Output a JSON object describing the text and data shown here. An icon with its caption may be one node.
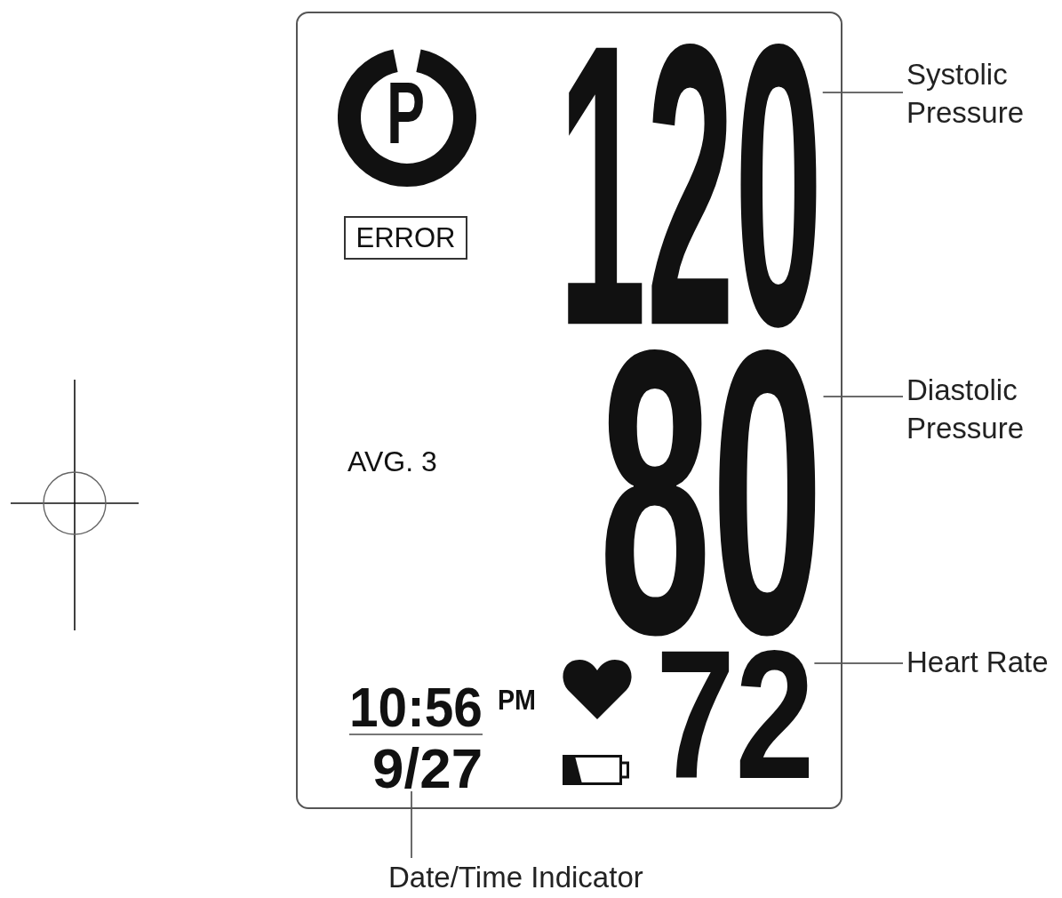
{
  "diagram": {
    "nodes": [
      {
        "text": [],
        "shape": "box"
      },
      {
        "text": [
          "P"
        ],
        "in": 0
      },
      {
        "text": [
          "ERROR"
        ],
        "in": 0
      },
      {
        "text": [
          "120"
        ],
        "in": 0
      },
      {
        "text": [
          "80"
        ],
        "in": 0
      },
      {
        "text": [
          "72"
        ],
        "in": 0
      },
      {
        "text": [
          "10:56",
          "PM",
          "9/27"
        ],
        "in": 0
      },
      {
        "text": [
          "Systolic Pressure"
        ]
      },
      {
        "text": [
          "Diastolic Pressure"
        ]
      },
      {
        "text": [
          "Heart Rate"
        ]
      },
      {
        "text": [
          "Date/Time Indicator"
        ]
      }
    ],
    "edges": [
      {
        "from": 7,
        "to": 3,
        "arrow": "none"
      },
      {
        "from": 8,
        "to": 4,
        "arrow": "none"
      },
      {
        "from": 9,
        "to": 5,
        "arrow": "none"
      },
      {
        "from": 10,
        "to": 6,
        "arrow": "none"
      }
    ],
    "labels": [
      "AVG. 3"
    ]
  }
}
